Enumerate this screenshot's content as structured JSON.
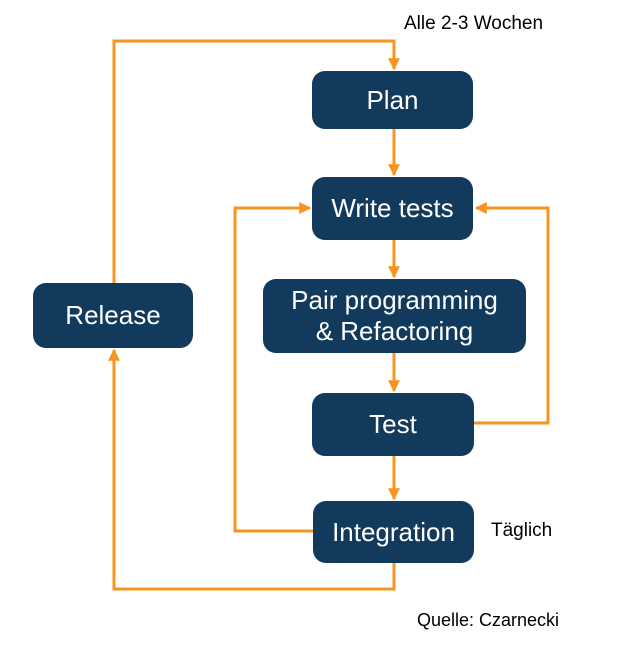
{
  "diagram": {
    "nodes": {
      "plan": "Plan",
      "write_tests": "Write tests",
      "pair_programming": "Pair programming\n& Refactoring",
      "test": "Test",
      "integration": "Integration",
      "release": "Release"
    },
    "annotations": {
      "cycle_note": "Alle 2-3 Wochen",
      "daily_note": "Täglich",
      "source": "Quelle: Czarnecki"
    },
    "flow": [
      {
        "from": "Release",
        "to": "Plan",
        "note": "Alle 2-3 Wochen"
      },
      {
        "from": "Plan",
        "to": "Write tests"
      },
      {
        "from": "Write tests",
        "to": "Pair programming & Refactoring"
      },
      {
        "from": "Pair programming & Refactoring",
        "to": "Test"
      },
      {
        "from": "Test",
        "to": "Integration",
        "note": "Täglich"
      },
      {
        "from": "Integration",
        "to": "Write tests"
      },
      {
        "from": "Test",
        "to": "Write tests"
      },
      {
        "from": "Integration",
        "to": "Release"
      }
    ],
    "colors": {
      "node_fill": "#113a5c",
      "node_text": "#ffffff",
      "connector": "#f7941d",
      "annotation_text": "#000000",
      "background": "#ffffff"
    }
  }
}
